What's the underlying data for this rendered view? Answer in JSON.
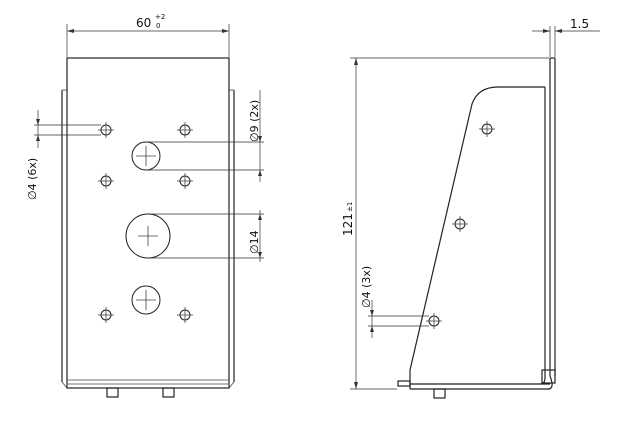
{
  "front_view": {
    "width_value": "60",
    "width_tol_upper": "+2",
    "width_tol_lower": "0",
    "small_hole": "∅4 (6x)",
    "medium_hole": "∅9 (2x)",
    "large_hole": "∅14"
  },
  "side_view": {
    "thickness": "1.5",
    "height_value": "121",
    "height_tol": "±1",
    "side_hole": "∅4 (3x)"
  },
  "colors": {
    "line": "#222222",
    "background": "#ffffff"
  }
}
